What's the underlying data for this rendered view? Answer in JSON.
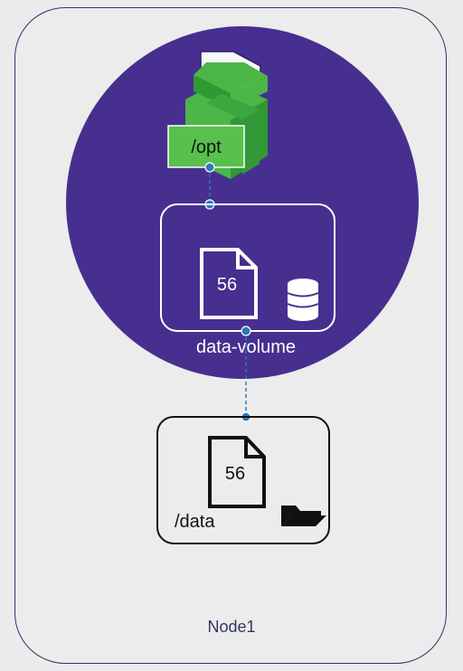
{
  "colors": {
    "background": "#ececec",
    "node_border": "#35306a",
    "pod_circle": "#472f8f",
    "container_green": "#4cb647",
    "container_green_dark": "#2f9a34",
    "container_label_fill": "#58c04c",
    "connector": "#2f78b8",
    "volume_border": "#ffffff",
    "host_box_border": "#111111",
    "text_dark": "#111111",
    "text_light": "#ffffff"
  },
  "icons": {
    "container": "container-icon",
    "file": "document-icon",
    "database": "database-icon",
    "folder": "folder-icon"
  },
  "diagram": {
    "container_path": "/opt",
    "pod_volume_label": "data-volume",
    "pod_file_value": "56",
    "host_file_value": "56",
    "host_path": "/data",
    "node_label": "Node1"
  }
}
